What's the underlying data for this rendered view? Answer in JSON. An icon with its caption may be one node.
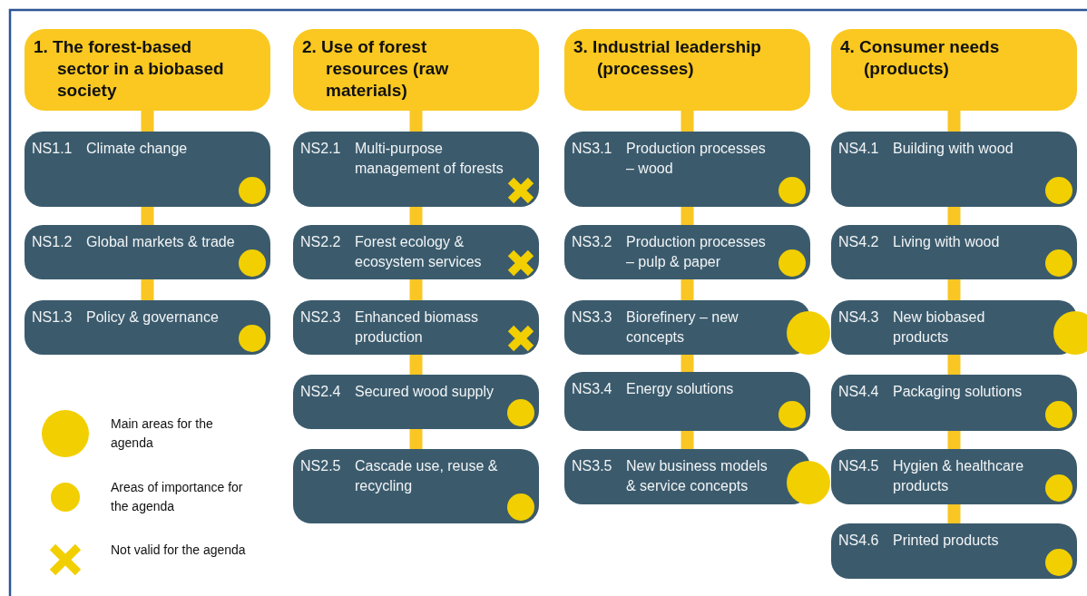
{
  "diagram": {
    "nodes": [
      {
        "text": [
          "1. The forest-based sector in a biobased society"
        ]
      },
      {
        "text": [
          "NS1.1",
          "Climate change"
        ]
      },
      {
        "text": [],
        "shape": "circle",
        "in": 1
      },
      {
        "text": [
          "NS1.2",
          "Global markets & trade"
        ]
      },
      {
        "text": [],
        "shape": "circle",
        "in": 3
      },
      {
        "text": [
          "NS1.3",
          "Policy & governance"
        ]
      },
      {
        "text": [],
        "shape": "circle",
        "in": 5
      },
      {
        "text": [
          "2. Use of forest resources (raw materials)"
        ]
      },
      {
        "text": [
          "NS2.1",
          "Multi-purpose management of forests"
        ]
      },
      {
        "text": [],
        "shape": "cross",
        "in": 8
      },
      {
        "text": [
          "NS2.2",
          "Forest ecology & ecosystem services"
        ]
      },
      {
        "text": [],
        "shape": "cross",
        "in": 10
      },
      {
        "text": [
          "NS2.3",
          "Enhanced biomass production"
        ]
      },
      {
        "text": [],
        "shape": "cross",
        "in": 12
      },
      {
        "text": [
          "NS2.4",
          "Secured wood supply"
        ]
      },
      {
        "text": [],
        "shape": "circle",
        "in": 14
      },
      {
        "text": [
          "NS2.5",
          "Cascade use, reuse & recycling"
        ]
      },
      {
        "text": [],
        "shape": "circle",
        "in": 16
      },
      {
        "text": [
          "3. Industrial leadership (processes)"
        ]
      },
      {
        "text": [
          "NS3.1",
          "Production processes – wood"
        ]
      },
      {
        "text": [],
        "shape": "circle",
        "in": 19
      },
      {
        "text": [
          "NS3.2",
          "Production processes – pulp & paper"
        ]
      },
      {
        "text": [],
        "shape": "circle",
        "in": 21
      },
      {
        "text": [
          "NS3.3",
          "Biorefinery – new concepts"
        ]
      },
      {
        "text": [],
        "shape": "circle"
      },
      {
        "text": [
          "NS3.4",
          "Energy solutions"
        ]
      },
      {
        "text": [],
        "shape": "circle",
        "in": 25
      },
      {
        "text": [
          "NS3.5",
          "New business models & service concepts"
        ]
      },
      {
        "text": [],
        "shape": "circle"
      },
      {
        "text": [
          "4. Consumer needs (products)"
        ]
      },
      {
        "text": [
          "NS4.1",
          "Building with wood"
        ]
      },
      {
        "text": [],
        "shape": "circle",
        "in": 30
      },
      {
        "text": [
          "NS4.2",
          "Living with wood"
        ]
      },
      {
        "text": [],
        "shape": "circle",
        "in": 32
      },
      {
        "text": [
          "NS4.3",
          "New biobased products"
        ]
      },
      {
        "text": [],
        "shape": "circle"
      },
      {
        "text": [
          "NS4.4",
          "Packaging solutions"
        ]
      },
      {
        "text": [],
        "shape": "circle",
        "in": 36
      },
      {
        "text": [
          "NS4.5",
          "Hygien & healthcare products"
        ]
      },
      {
        "text": [],
        "shape": "circle",
        "in": 38
      },
      {
        "text": [
          "NS4.6",
          "Printed products"
        ]
      },
      {
        "text": [],
        "shape": "circle",
        "in": 40
      }
    ],
    "edges": [
      {
        "from": 0,
        "to": 1,
        "arrow": "none"
      },
      {
        "from": 1,
        "to": 3,
        "arrow": "none"
      },
      {
        "from": 3,
        "to": 5,
        "arrow": "none"
      },
      {
        "from": 7,
        "to": 8,
        "arrow": "none"
      },
      {
        "from": 8,
        "to": 10,
        "arrow": "none"
      },
      {
        "from": 10,
        "to": 12,
        "arrow": "none"
      },
      {
        "from": 12,
        "to": 14,
        "arrow": "none"
      },
      {
        "from": 14,
        "to": 16,
        "arrow": "none"
      },
      {
        "from": 18,
        "to": 19,
        "arrow": "none"
      },
      {
        "from": 19,
        "to": 21,
        "arrow": "none"
      },
      {
        "from": 21,
        "to": 23,
        "arrow": "none"
      },
      {
        "from": 23,
        "to": 25,
        "arrow": "none"
      },
      {
        "from": 25,
        "to": 27,
        "arrow": "none"
      },
      {
        "from": 29,
        "to": 30,
        "arrow": "none"
      },
      {
        "from": 30,
        "to": 32,
        "arrow": "none"
      },
      {
        "from": 32,
        "to": 34,
        "arrow": "none"
      },
      {
        "from": 34,
        "to": 36,
        "arrow": "none"
      },
      {
        "from": 36,
        "to": 38,
        "arrow": "none"
      },
      {
        "from": 38,
        "to": 40,
        "arrow": "none"
      }
    ],
    "legend": [
      {
        "text": "Main areas for the agenda"
      },
      {
        "text": "Areas of importance for the agenda"
      },
      {
        "text": "Not valid for the agenda"
      }
    ]
  }
}
